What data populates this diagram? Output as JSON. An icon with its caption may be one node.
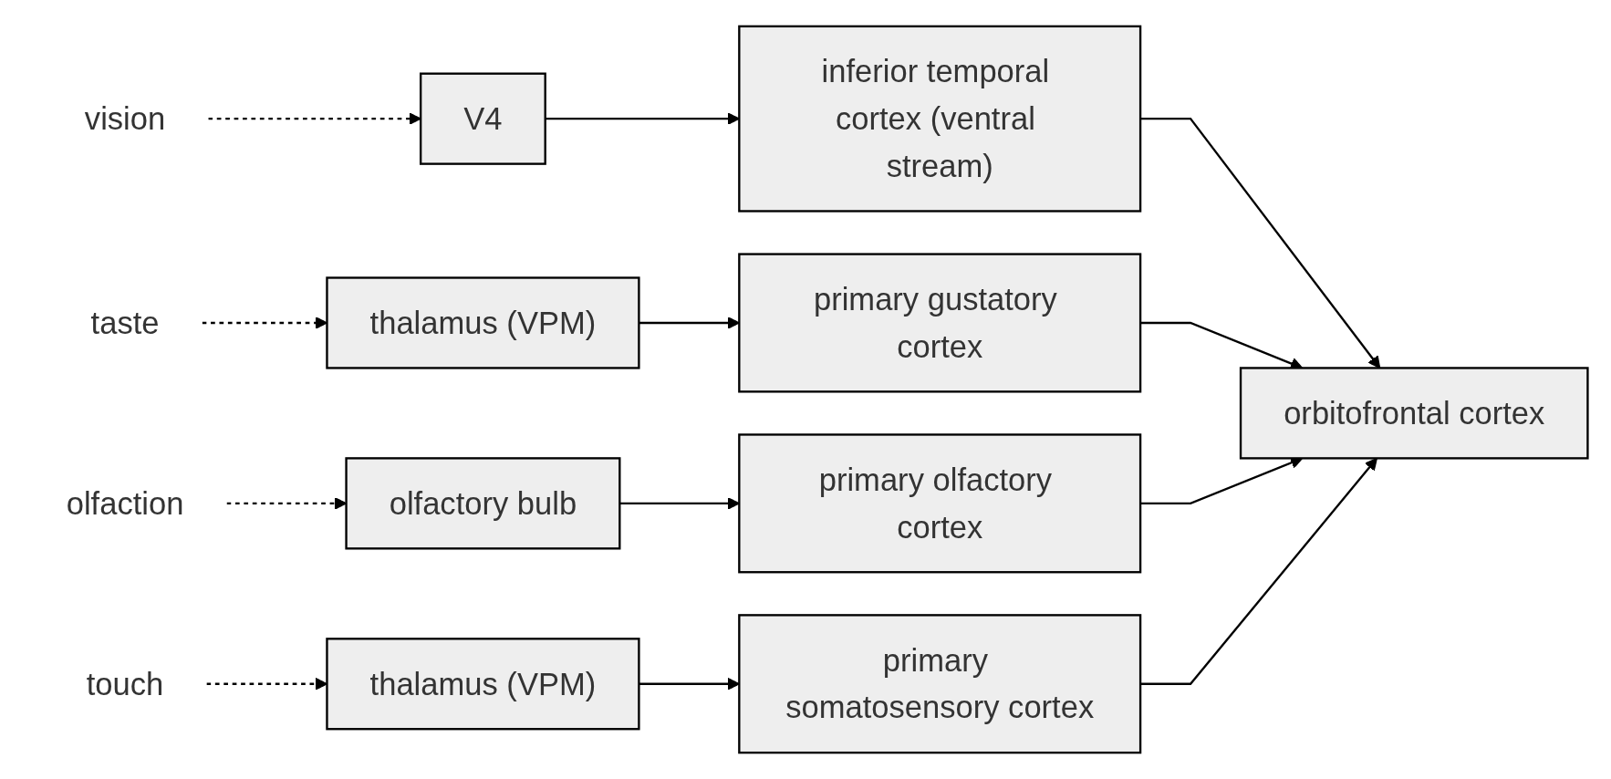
{
  "diagram": {
    "nodes": [
      {
        "text": [
          "vision"
        ]
      },
      {
        "text": [
          "V4"
        ]
      },
      {
        "text": [
          "inferior temporal cortex (ventral stream)"
        ]
      },
      {
        "text": [
          "taste"
        ]
      },
      {
        "text": [
          "thalamus (VPM)"
        ]
      },
      {
        "text": [
          "primary gustatory cortex"
        ]
      },
      {
        "text": [
          "orbitofrontal cortex"
        ]
      },
      {
        "text": [
          "olfaction"
        ]
      },
      {
        "text": [
          "olfactory bulb"
        ]
      },
      {
        "text": [
          "primary olfactory cortex"
        ]
      },
      {
        "text": [
          "touch"
        ]
      },
      {
        "text": [
          "thalamus (VPM)"
        ]
      },
      {
        "text": [
          "primary somatosensory cortex"
        ]
      }
    ],
    "edges": [
      {
        "from": 0,
        "to": 1,
        "arrow": "to",
        "style": "dashed"
      },
      {
        "from": 1,
        "to": 2,
        "arrow": "to"
      },
      {
        "from": 2,
        "to": 6,
        "arrow": "to"
      },
      {
        "from": 3,
        "to": 4,
        "arrow": "to",
        "style": "dashed"
      },
      {
        "from": 4,
        "to": 5,
        "arrow": "to"
      },
      {
        "from": 5,
        "to": 6,
        "arrow": "to"
      },
      {
        "from": 7,
        "to": 8,
        "arrow": "to",
        "style": "dashed"
      },
      {
        "from": 8,
        "to": 9,
        "arrow": "to"
      },
      {
        "from": 9,
        "to": 6,
        "arrow": "to"
      },
      {
        "from": 10,
        "to": 11,
        "arrow": "to",
        "style": "dashed"
      },
      {
        "from": 11,
        "to": 12,
        "arrow": "to"
      },
      {
        "from": 12,
        "to": 6,
        "arrow": "to"
      }
    ]
  }
}
